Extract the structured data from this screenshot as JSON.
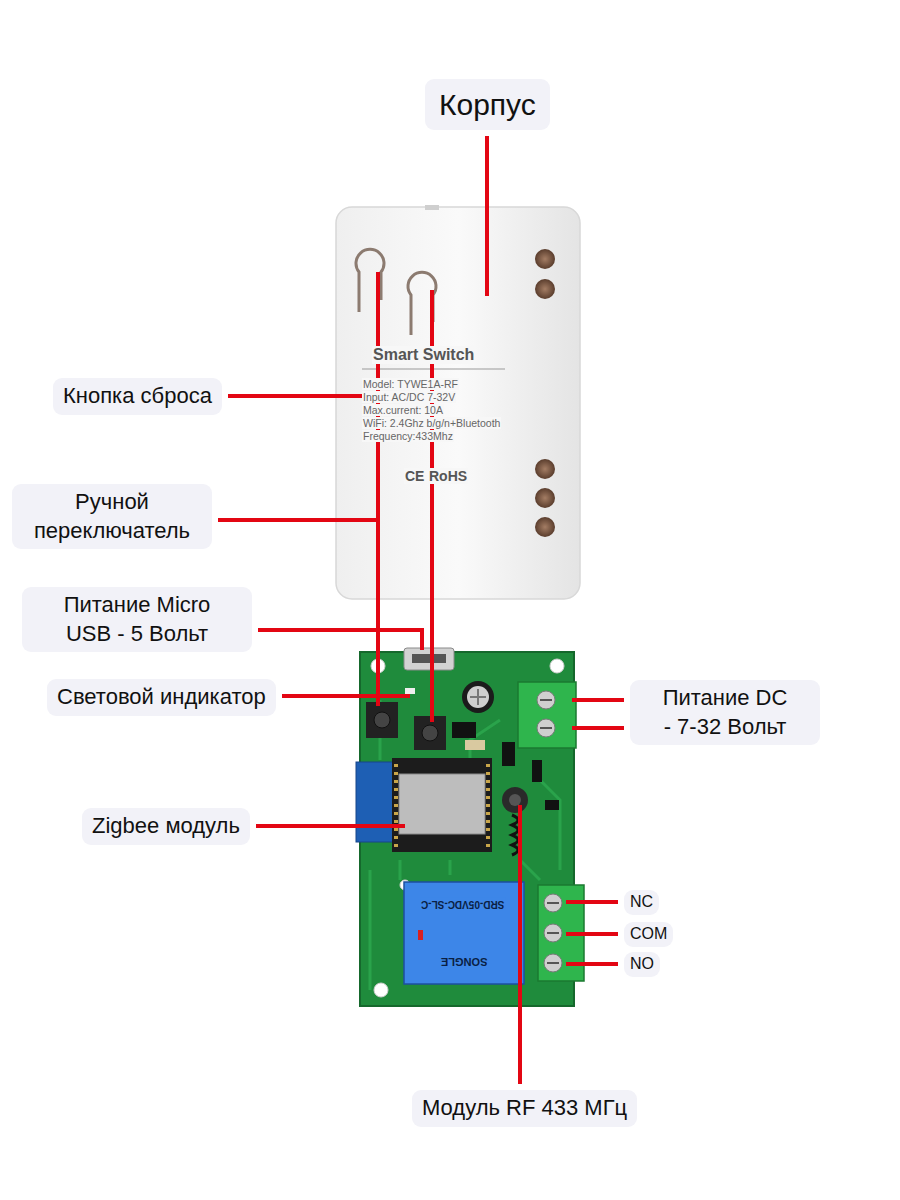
{
  "diagram": {
    "nodes": [
      {
        "text": [
          "Корпус"
        ]
      },
      {
        "text": [
          "Кнопка сброса"
        ]
      },
      {
        "text": [
          "Ручной переключатель"
        ]
      },
      {
        "text": [
          "Питание Micro USB - 5 Вольт"
        ]
      },
      {
        "text": [
          "Световой индикатор"
        ]
      },
      {
        "text": [
          "Питание DC - 7-32 Вольт"
        ]
      },
      {
        "text": [
          "Zigbee модуль"
        ]
      },
      {
        "text": [
          "NC"
        ]
      },
      {
        "text": [
          "COM"
        ]
      },
      {
        "text": [
          "NO"
        ]
      },
      {
        "text": [
          "Модуль RF 433 МГц"
        ]
      }
    ],
    "labels": [
      "Smart Switch",
      "Model: TYWE1A-RF",
      "Input: AC/DC 7-32V",
      "Max.current: 10A",
      "WiFi: 2.4Ghz b/g/n+Bluetooth",
      "Frequency:433Mhz",
      "CE",
      "RoHS",
      "SRD-05VDC-SL-C",
      "SONGLE"
    ]
  }
}
